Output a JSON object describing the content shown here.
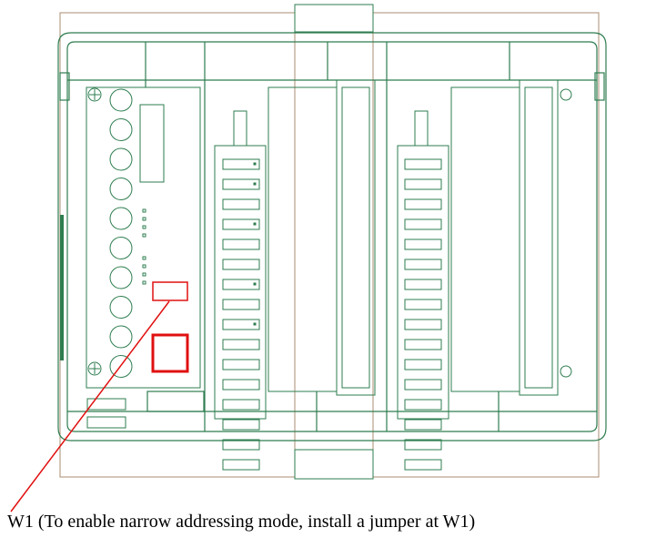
{
  "colors": {
    "housing": "#2e7d4f",
    "mount": "#a88d70",
    "highlight": "#e01010",
    "leader": "#e01010"
  },
  "callout": {
    "text": "W1 (To enable narrow addressing mode, install a jumper at W1)",
    "target": "W1 jumper location"
  },
  "controller": {
    "rotary_switch_count": 10,
    "led_count": 8
  },
  "io_modules": [
    {
      "slot_count": 16,
      "marked_slots": [
        0,
        1,
        3,
        6,
        8
      ]
    },
    {
      "slot_count": 16,
      "marked_slots": []
    }
  ]
}
